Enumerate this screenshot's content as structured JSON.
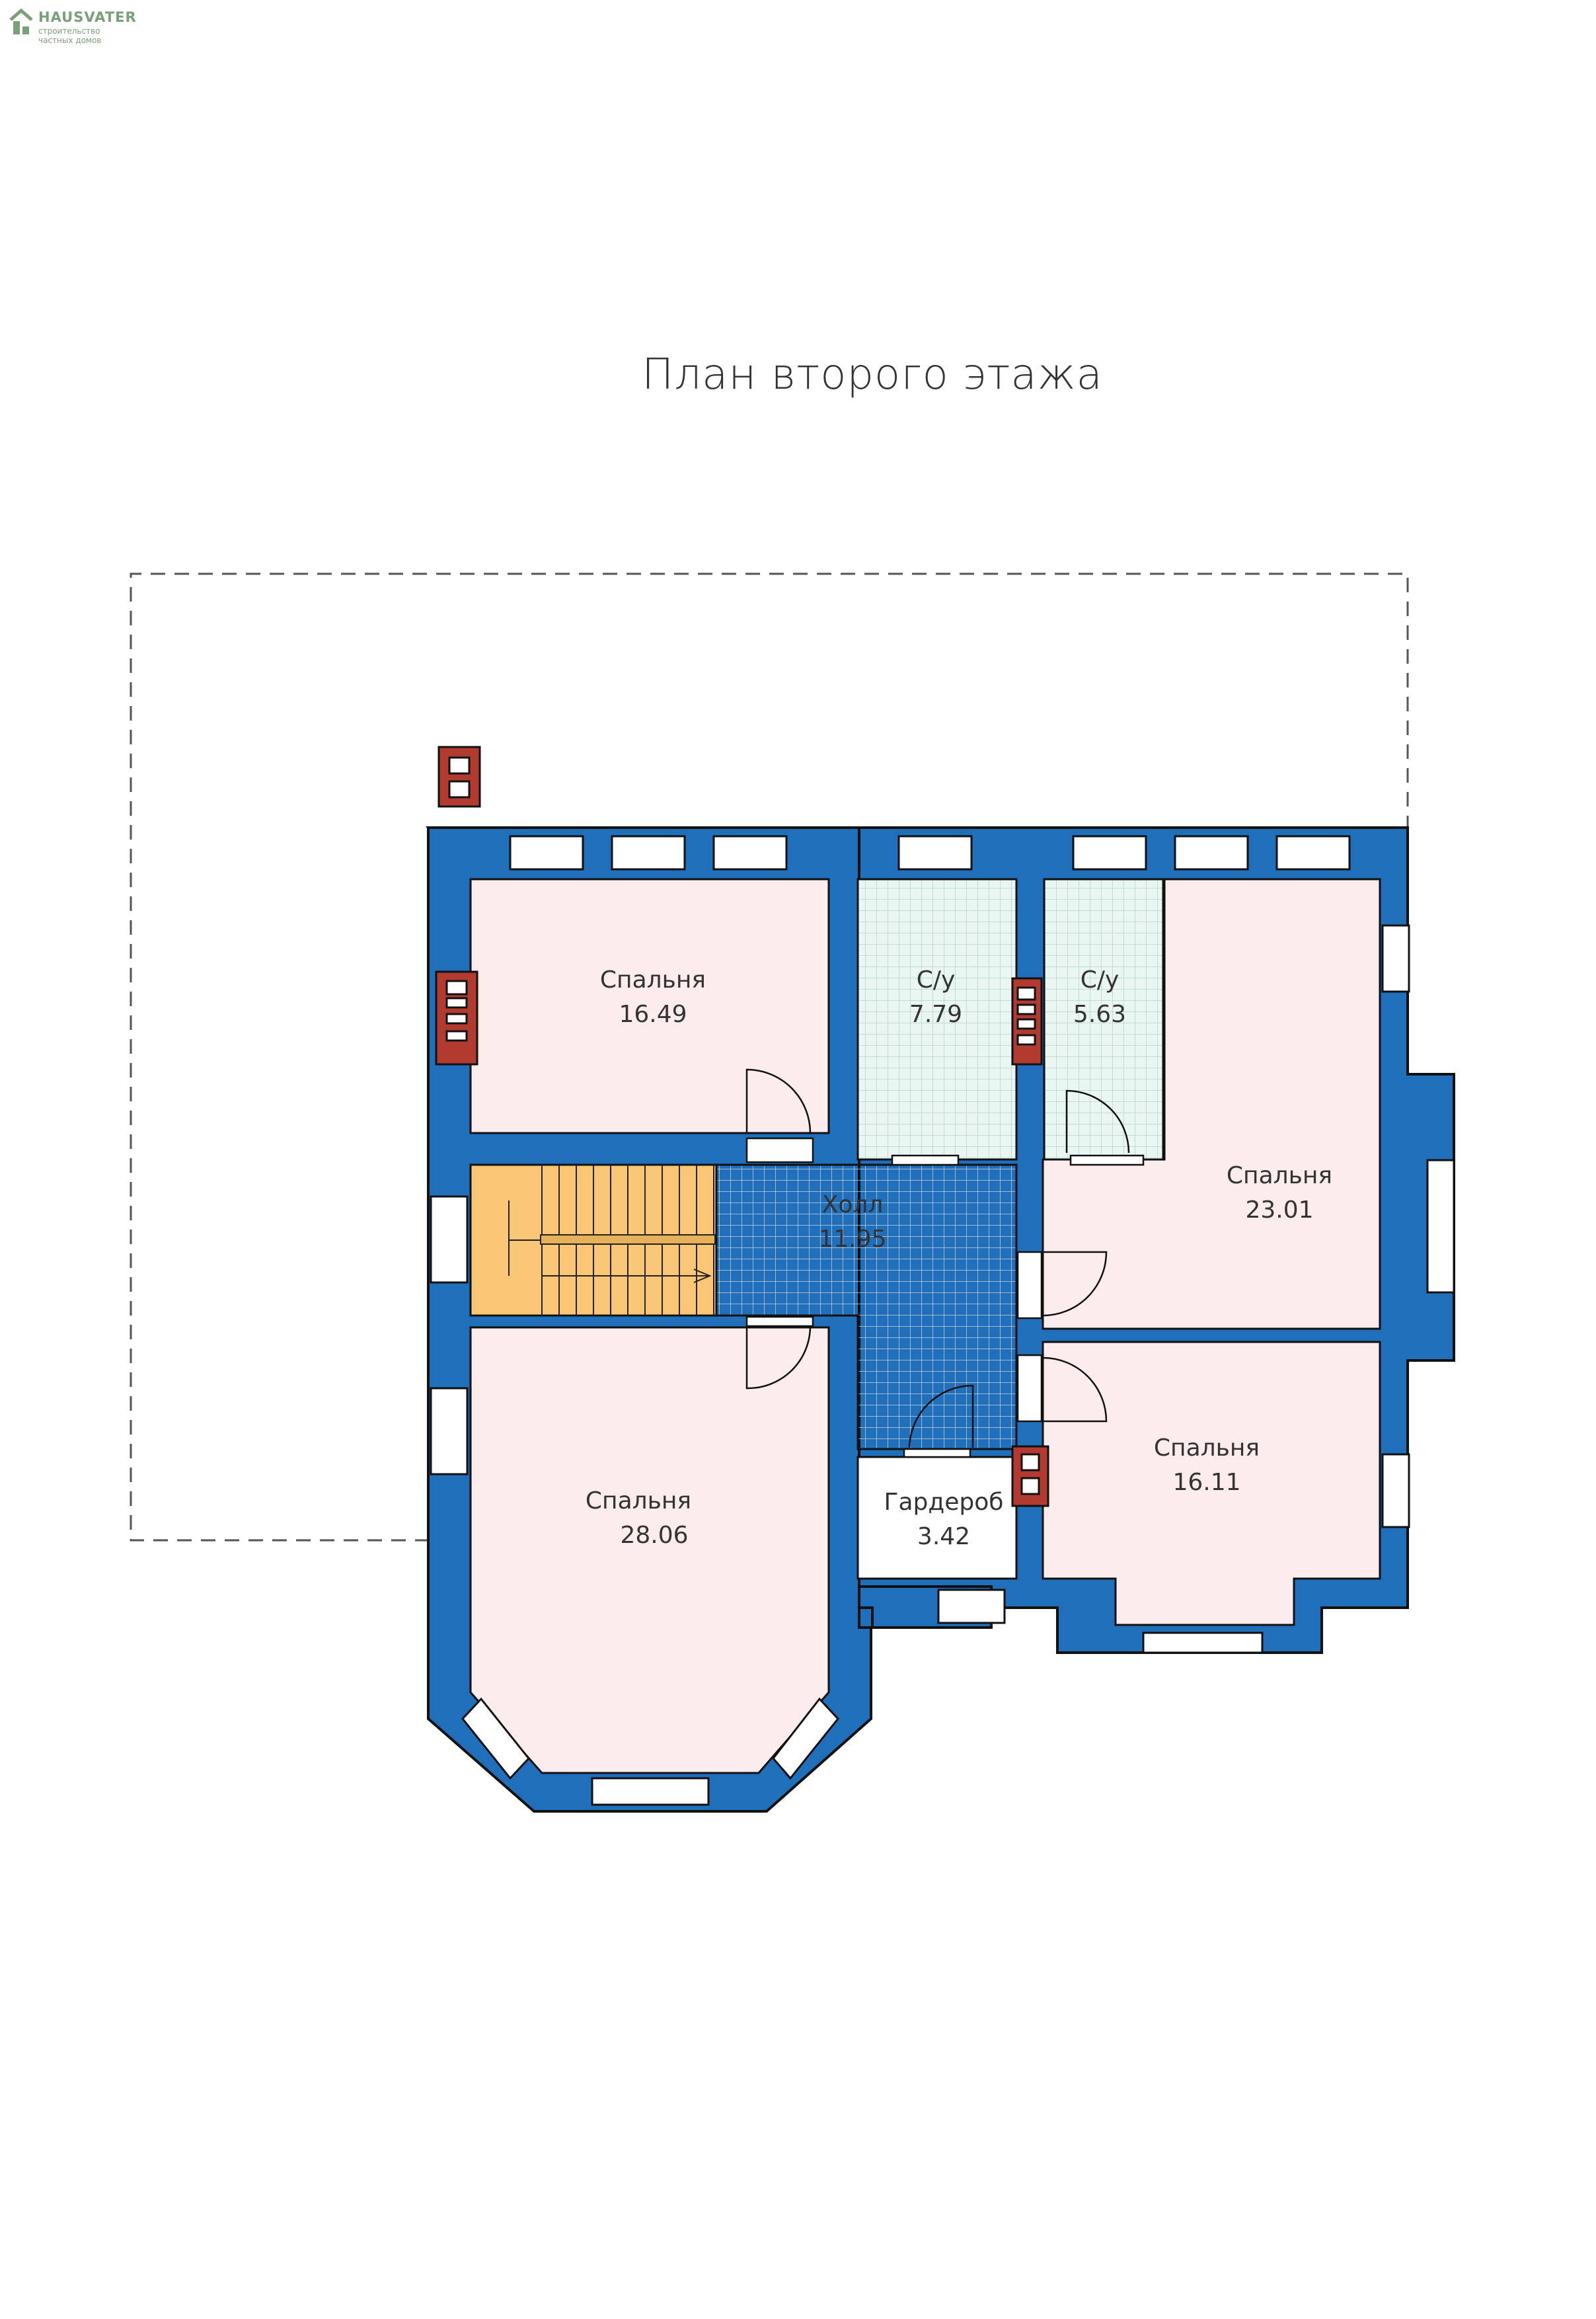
{
  "logo": {
    "brand": "HAUSVATER",
    "tagline_1": "строительство",
    "tagline_2": "частных домов"
  },
  "title": "План второго этажа",
  "colors": {
    "wall": "#1f6fba",
    "wall_outline": "#111111",
    "bedroom": "#fcecec",
    "wet_room": "#e9f6f2",
    "stairs": "#f8c675",
    "hall": "#ffffff",
    "grid_line": "#c9d4d9",
    "chimney": "#b23a2e",
    "window": "#ffffff"
  },
  "rooms": [
    {
      "id": "bedroom-1",
      "name": "Спальня",
      "area": "16.49"
    },
    {
      "id": "bath-1",
      "name": "С/у",
      "area": "7.79"
    },
    {
      "id": "bath-2",
      "name": "С/у",
      "area": "5.63"
    },
    {
      "id": "bedroom-2",
      "name": "Спальня",
      "area": "23.01"
    },
    {
      "id": "hall",
      "name": "Холл",
      "area": "11.95"
    },
    {
      "id": "bedroom-3",
      "name": "Спальня",
      "area": "28.06"
    },
    {
      "id": "wardrobe",
      "name": "Гардероб",
      "area": "3.42"
    },
    {
      "id": "bedroom-4",
      "name": "Спальня",
      "area": "16.11"
    }
  ]
}
